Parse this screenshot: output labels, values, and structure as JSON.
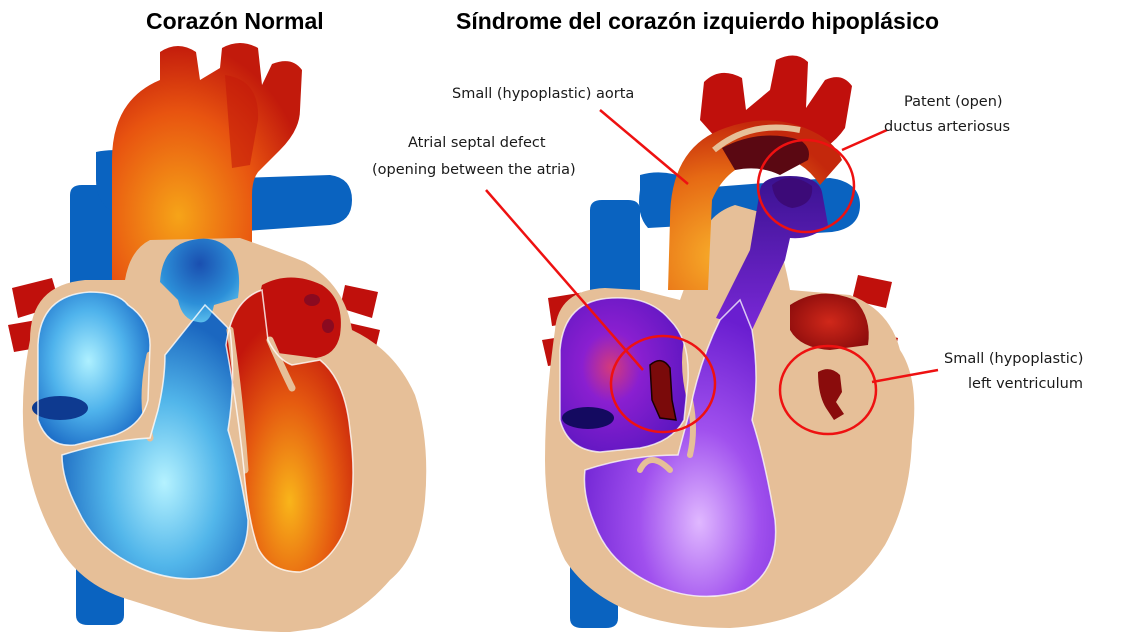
{
  "titles": {
    "normal": "Corazón Normal",
    "hlhs": "Síndrome del corazón izquierdo hipoplásico"
  },
  "labels": {
    "aorta": "Small (hypoplastic) aorta",
    "asd_line1": "Atrial septal defect",
    "asd_line2": "(opening between the atria)",
    "pda_line1": "Patent (open)",
    "pda_line2": "ductus arteriosus",
    "lv_line1": "Small (hypoplastic)",
    "lv_line2": "left ventriculum"
  },
  "colors": {
    "vein_blue": "#0a63c0",
    "artery_red": "#c0100c",
    "wall_tan": "#e6bf98",
    "annotation_red": "#ee1111"
  }
}
